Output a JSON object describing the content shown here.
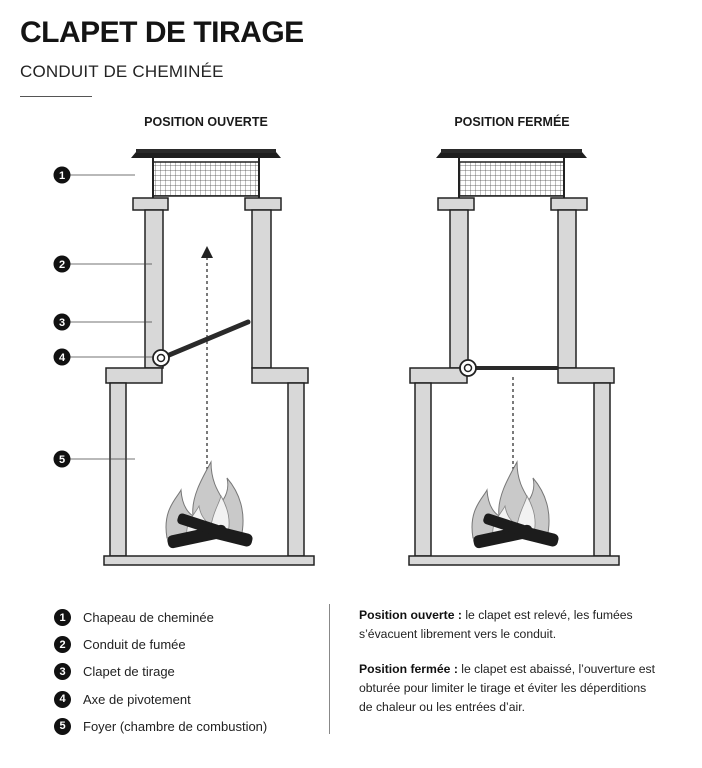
{
  "header": {
    "title": "CLAPET DE TIRAGE",
    "subtitle": "CONDUIT DE CHEMINÉE"
  },
  "diagram": {
    "open_label": "POSITION OUVERTE",
    "closed_label": "POSITION FERMÉE",
    "callouts": [
      "1",
      "2",
      "3",
      "4",
      "5"
    ]
  },
  "legend": [
    {
      "num": "1",
      "label": "Chapeau de cheminée"
    },
    {
      "num": "2",
      "label": "Conduit de fumée"
    },
    {
      "num": "3",
      "label": "Clapet de tirage"
    },
    {
      "num": "4",
      "label": "Axe de pivotement"
    },
    {
      "num": "5",
      "label": "Foyer (chambre de combustion)"
    }
  ],
  "descriptions": [
    {
      "heading": "Position ouverte :",
      "text": " le clapet est relevé, les fumées s’évacuent librement vers le conduit."
    },
    {
      "heading": "Position fermée :",
      "text": " le clapet est abaissé, l’ouverture est obturée pour limiter le tirage et éviter les déperditions de chaleur ou les entrées d’air."
    }
  ],
  "colors": {
    "wall_fill": "#d8d8d8",
    "ink": "#222222",
    "flame_fill": "#c9c9c9",
    "log_fill": "#1c1c1c"
  }
}
